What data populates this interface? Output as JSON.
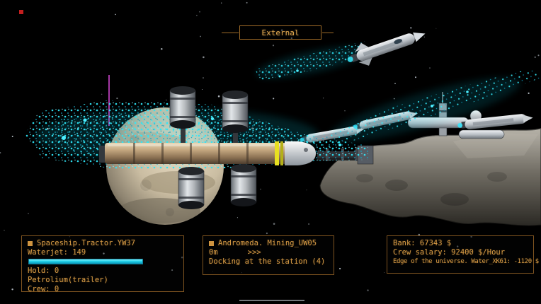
{
  "view": {
    "label": "External"
  },
  "ship_panel": {
    "title": "Spaceship.Tractor.YW37",
    "waterjet": "Waterjet: 149",
    "waterjet_value": 149,
    "hold": "Hold: 0",
    "hold_value": 0,
    "trailer": "Petrolium(trailer)",
    "crew": "Crew: 0"
  },
  "target_panel": {
    "title": "Andromeda. Mining_UW05",
    "distance": "0m",
    "arrows": ">>>",
    "status": "Docking at the station (4)"
  },
  "finance_panel": {
    "bank": "Bank: 67343 $",
    "crew_salary": "Crew salary: 92400 $/Hour",
    "contract": "Edge of the universe. Water_XK61: -1120 $"
  },
  "icons": {
    "panel_bullet": "square",
    "view_marker": "bracket-frame"
  },
  "colors": {
    "hud_text": "#d79b45",
    "hud_border": "#7e5420",
    "bar_fill": "#1fd2ea",
    "trail": "#2ee4f6"
  }
}
